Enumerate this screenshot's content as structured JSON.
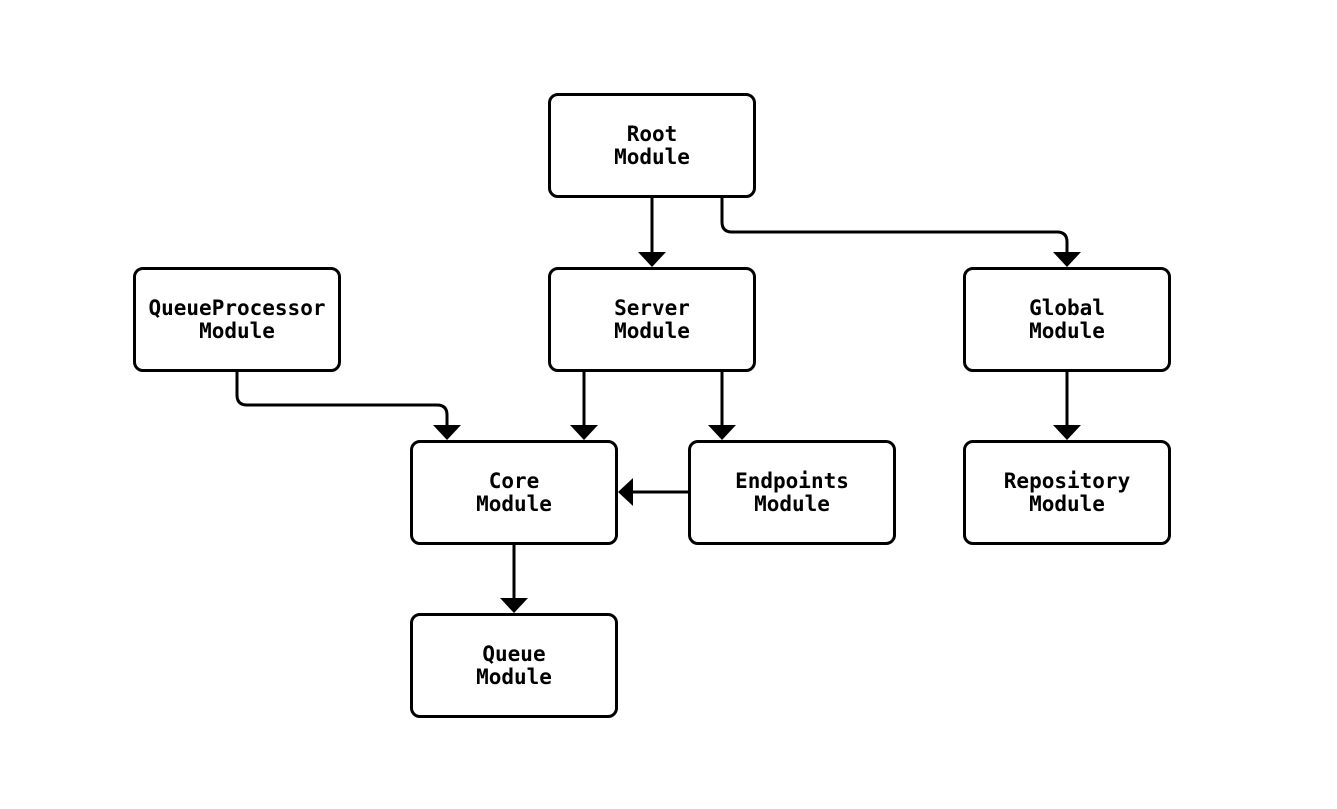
{
  "diagram": {
    "nodes": [
      {
        "id": "root",
        "label": "Root\nModule"
      },
      {
        "id": "queueprocessor",
        "label": "QueueProcessor\nModule"
      },
      {
        "id": "server",
        "label": "Server\nModule"
      },
      {
        "id": "global",
        "label": "Global\nModule"
      },
      {
        "id": "core",
        "label": "Core\nModule"
      },
      {
        "id": "endpoints",
        "label": "Endpoints\nModule"
      },
      {
        "id": "repository",
        "label": "Repository\nModule"
      },
      {
        "id": "queue",
        "label": "Queue\nModule"
      }
    ],
    "edges": [
      {
        "from": "root",
        "to": "server"
      },
      {
        "from": "root",
        "to": "global"
      },
      {
        "from": "queueprocessor",
        "to": "core"
      },
      {
        "from": "server",
        "to": "core"
      },
      {
        "from": "server",
        "to": "endpoints"
      },
      {
        "from": "global",
        "to": "repository"
      },
      {
        "from": "endpoints",
        "to": "core"
      },
      {
        "from": "core",
        "to": "queue"
      }
    ],
    "colors": {
      "background": "#ffffff",
      "box_fill": "#ffffff",
      "box_border": "#000000",
      "line": "#000000",
      "text": "#000000"
    }
  }
}
